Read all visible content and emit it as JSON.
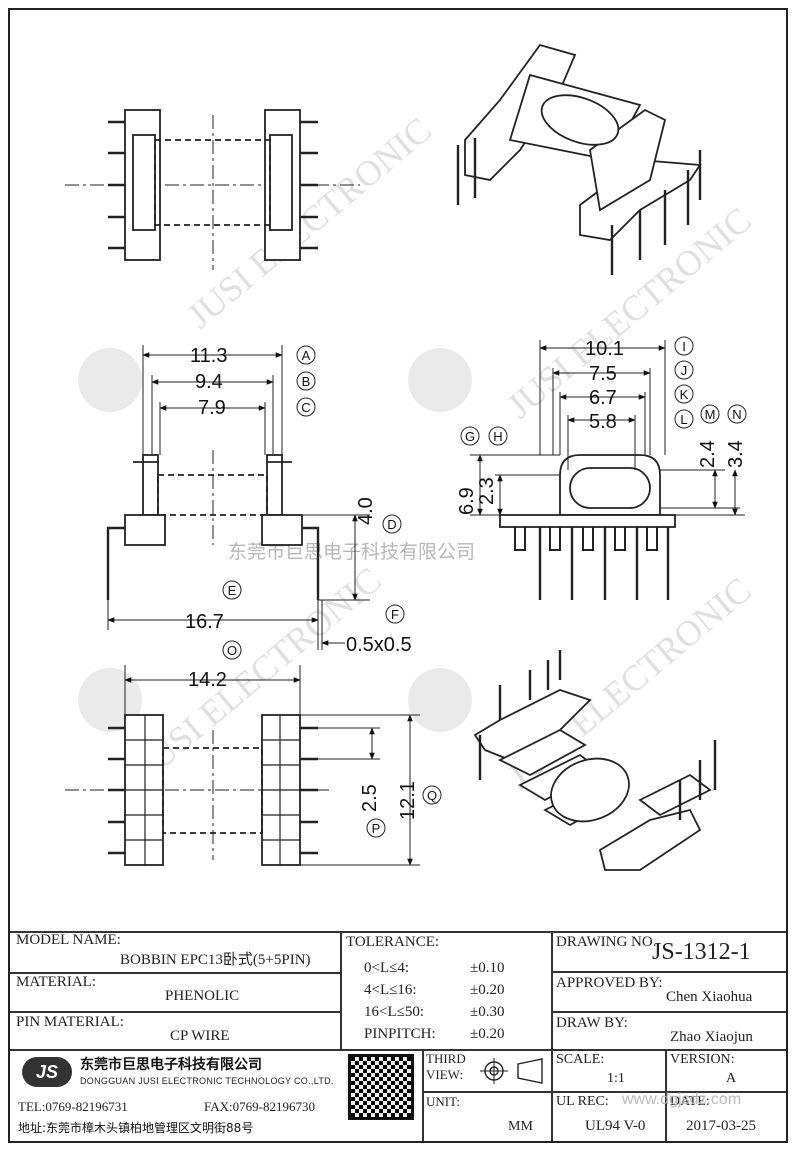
{
  "dimensions": {
    "A": "11.3",
    "B": "9.4",
    "C": "7.9",
    "D": "4.0",
    "E": "16.7",
    "F": "0.5x0.5",
    "G_H": "6.9",
    "G_H_2": "2.3",
    "I": "10.1",
    "J": "7.5",
    "K": "6.7",
    "L": "5.8",
    "M": "2.4",
    "N": "3.4",
    "O": "14.2",
    "P": "2.5",
    "Q": "12.1"
  },
  "markers": [
    "A",
    "B",
    "C",
    "D",
    "E",
    "F",
    "G",
    "H",
    "I",
    "J",
    "K",
    "L",
    "M",
    "N",
    "O",
    "P",
    "Q"
  ],
  "watermark": {
    "chinese_company": "东莞市巨思电子科技有限公司",
    "english": "JUSI ELECTRONIC",
    "logo": "JS",
    "chinese_name": "巨思"
  },
  "title_block": {
    "model_name_label": "MODEL NAME:",
    "model_name_value": "BOBBIN EPC13卧式(5+5PIN)",
    "material_label": "MATERIAL:",
    "material_value": "PHENOLIC",
    "pin_material_label": "PIN MATERIAL:",
    "pin_material_value": "CP WIRE",
    "tolerance_label": "TOLERANCE:",
    "tolerances": [
      {
        "range": "0<L≤4:",
        "value": "±0.10"
      },
      {
        "range": "4<L≤16:",
        "value": "±0.20"
      },
      {
        "range": "16<L≤50:",
        "value": "±0.30"
      },
      {
        "range": "PINPITCH:",
        "value": "±0.20"
      }
    ],
    "drawing_no_label": "DRAWING NO.",
    "drawing_no_value": "JS-1312-1",
    "approved_by_label": "APPROVED BY:",
    "approved_by_value": "Chen Xiaohua",
    "draw_by_label": "DRAW BY:",
    "draw_by_value": "Zhao Xiaojun",
    "company_cn": "东莞市巨思电子科技有限公司",
    "company_en": "DONGGUAN JUSI ELECTRONIC TECHNOLOGY CO.,LTD.",
    "tel": "TEL:0769-82196731",
    "fax": "FAX:0769-82196730",
    "address": "地址:东莞市樟木头镇柏地管理区文明街88号",
    "third_view_label": "THIRD VIEW:",
    "unit_label": "UNIT:",
    "unit_value": "MM",
    "scale_label": "SCALE:",
    "scale_value": "1:1",
    "version_label": "VERSION:",
    "version_value": "A",
    "ul_rec_label": "UL REC:",
    "ul_rec_value": "UL94 V-0",
    "date_label": "DATE:",
    "date_value": "2017-03-25",
    "website": "www.dgjsdz.com"
  }
}
